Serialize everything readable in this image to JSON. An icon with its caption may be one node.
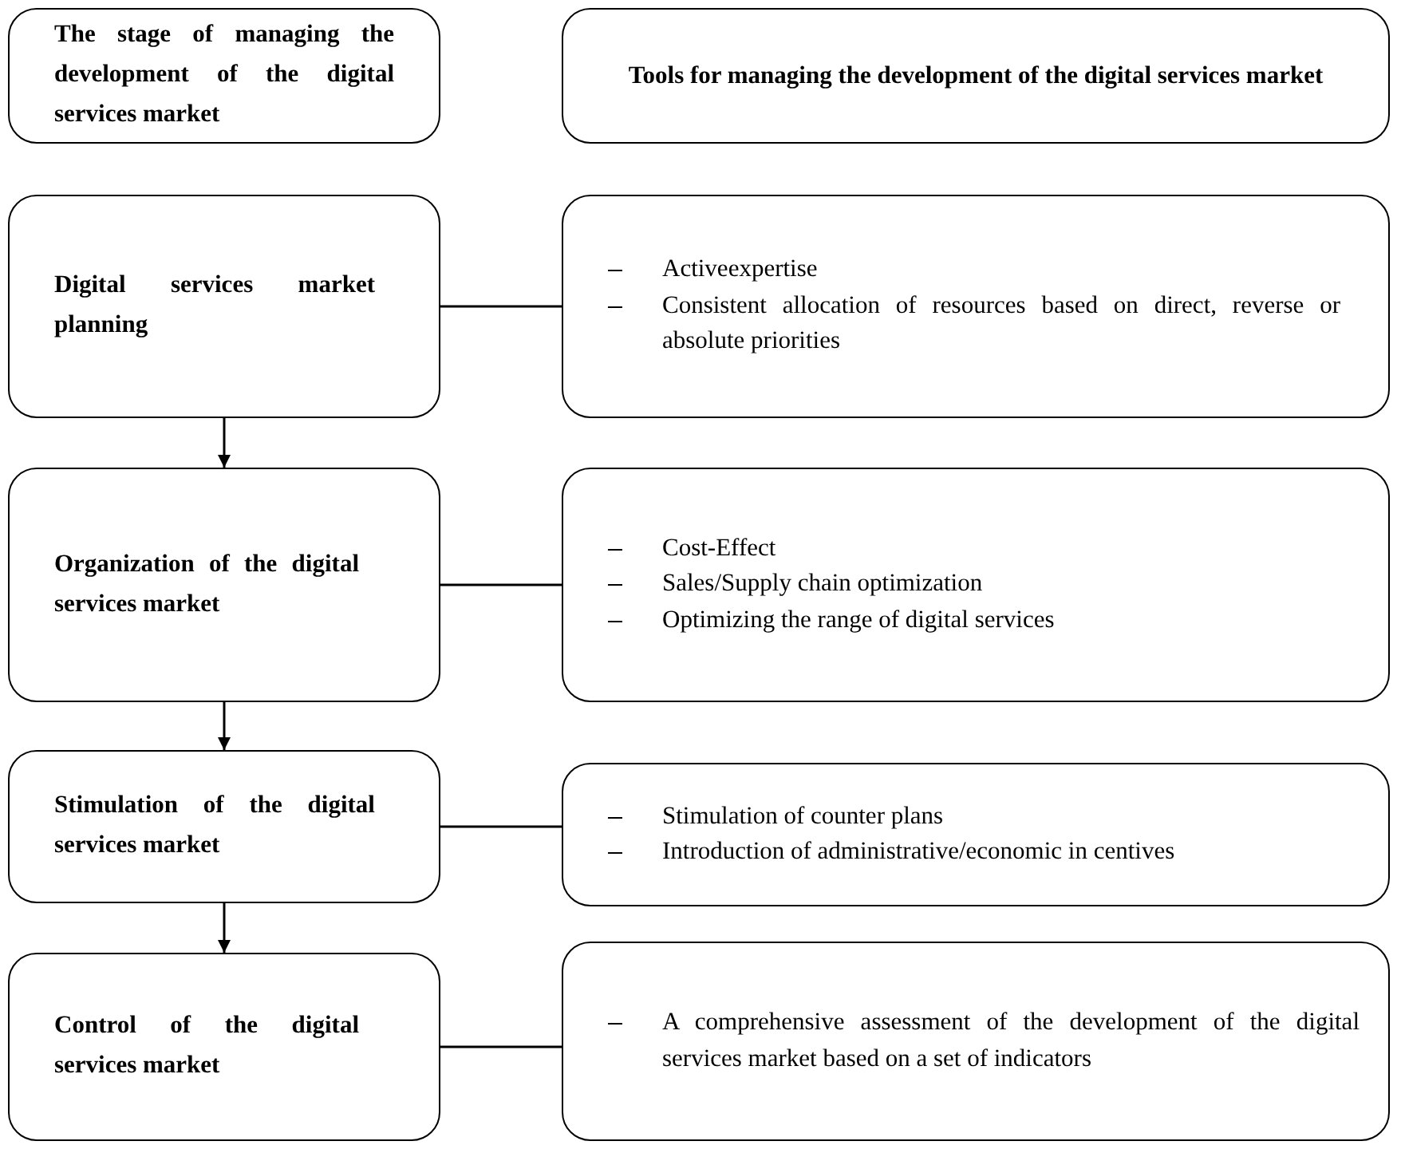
{
  "diagram": {
    "nodes": [
      {
        "text": [
          "The stage of managing the development of the digital services market"
        ]
      },
      {
        "text": [
          "Tools for managing the development of the digital services market"
        ]
      },
      {
        "text": [
          "Digital services market planning"
        ]
      },
      {
        "text": [
          "Activeexpertise",
          "Consistent allocation of resources based on direct, reverse or absolute priorities"
        ]
      },
      {
        "text": [
          "Organization of the digital services market"
        ]
      },
      {
        "text": [
          "Cost-Effect",
          "Sales/Supply chain optimization",
          "Optimizing the range of digital services"
        ]
      },
      {
        "text": [
          "Stimulation of the digital services market"
        ]
      },
      {
        "text": [
          "Stimulation of counter plans",
          "Introduction of administrative/economic in centives"
        ]
      },
      {
        "text": [
          "Control of the digital services market"
        ]
      },
      {
        "text": [
          "A comprehensive assessment of the development of the digital services market based on a set of indicators"
        ]
      }
    ],
    "edges": [
      {
        "from": 2,
        "to": 3,
        "arrow": "none"
      },
      {
        "from": 2,
        "to": 4,
        "arrow": "to"
      },
      {
        "from": 4,
        "to": 5,
        "arrow": "none"
      },
      {
        "from": 4,
        "to": 6,
        "arrow": "to"
      },
      {
        "from": 6,
        "to": 7,
        "arrow": "none"
      },
      {
        "from": 6,
        "to": 8,
        "arrow": "to"
      },
      {
        "from": 8,
        "to": 9,
        "arrow": "none"
      }
    ]
  }
}
